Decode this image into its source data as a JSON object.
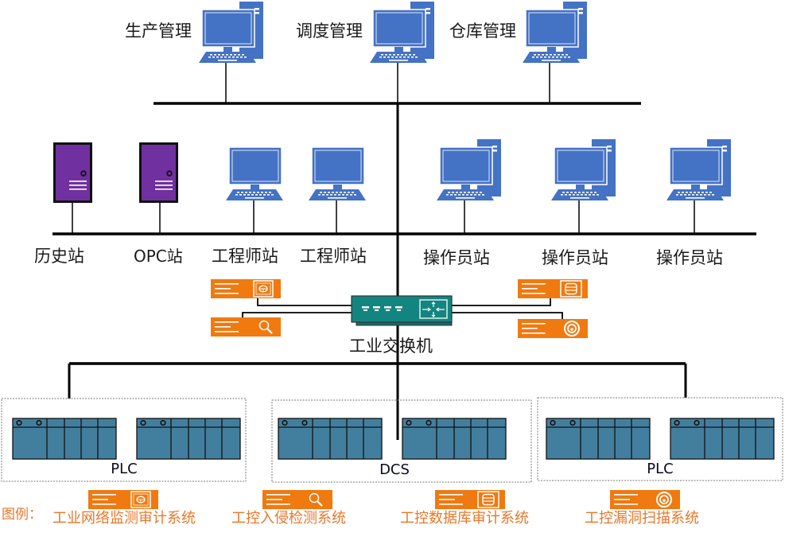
{
  "diagram": {
    "title": "工控网络安全防护拓扑",
    "top_level": {
      "nodes": [
        {
          "id": "prod",
          "label": "生产管理",
          "type": "desktop-tower"
        },
        {
          "id": "sched",
          "label": "调度管理",
          "type": "desktop-tower"
        },
        {
          "id": "ware",
          "label": "仓库管理",
          "type": "desktop-tower"
        }
      ]
    },
    "station_level": {
      "nodes": [
        {
          "id": "hist",
          "label": "历史站",
          "type": "server"
        },
        {
          "id": "opc",
          "label": "OPC站",
          "type": "server"
        },
        {
          "id": "eng1",
          "label": "工程师站",
          "type": "laptop"
        },
        {
          "id": "eng2",
          "label": "工程师站",
          "type": "laptop"
        },
        {
          "id": "op1",
          "label": "操作员站",
          "type": "desktop-tower"
        },
        {
          "id": "op2",
          "label": "操作员站",
          "type": "desktop-tower"
        },
        {
          "id": "op3",
          "label": "操作员站",
          "type": "desktop-tower"
        }
      ]
    },
    "switch": {
      "label": "工业交换机",
      "type": "industrial-switch"
    },
    "security_devices": [
      {
        "id": "audit",
        "icon": "network-audit-icon",
        "attached_to": "switch"
      },
      {
        "id": "ids",
        "icon": "intrusion-detection-icon",
        "attached_to": "switch"
      },
      {
        "id": "dbaudit",
        "icon": "database-audit-icon",
        "attached_to": "switch"
      },
      {
        "id": "vuln",
        "icon": "vulnerability-scan-icon",
        "attached_to": "switch"
      }
    ],
    "field_level": {
      "groups": [
        {
          "id": "plc1",
          "label": "PLC",
          "racks": 2
        },
        {
          "id": "dcs",
          "label": "DCS",
          "racks": 2
        },
        {
          "id": "plc2",
          "label": "PLC",
          "racks": 2
        }
      ]
    },
    "edges": [
      [
        "prod",
        "top-bus"
      ],
      [
        "sched",
        "top-bus"
      ],
      [
        "ware",
        "top-bus"
      ],
      [
        "top-bus",
        "station-bus"
      ],
      [
        "hist",
        "station-bus"
      ],
      [
        "opc",
        "station-bus"
      ],
      [
        "eng1",
        "station-bus"
      ],
      [
        "eng2",
        "station-bus"
      ],
      [
        "op1",
        "station-bus"
      ],
      [
        "op2",
        "station-bus"
      ],
      [
        "op3",
        "station-bus"
      ],
      [
        "station-bus",
        "switch"
      ],
      [
        "audit",
        "switch"
      ],
      [
        "ids",
        "switch"
      ],
      [
        "dbaudit",
        "switch"
      ],
      [
        "vuln",
        "switch"
      ],
      [
        "switch",
        "field-bus"
      ],
      [
        "field-bus",
        "plc1"
      ],
      [
        "field-bus",
        "dcs"
      ],
      [
        "field-bus",
        "plc2"
      ]
    ],
    "legend": {
      "title": "图例：",
      "items": [
        {
          "icon": "network-audit-icon",
          "label": "工业网络监测审计系统"
        },
        {
          "icon": "intrusion-detection-icon",
          "label": "工控入侵检测系统"
        },
        {
          "icon": "database-audit-icon",
          "label": "工控数据库审计系统"
        },
        {
          "icon": "vulnerability-scan-icon",
          "label": "工控漏洞扫描系统"
        }
      ]
    },
    "colors": {
      "computer": "#4472c4",
      "server": "#7030a0",
      "switch": "#138580",
      "security": "#f07a10",
      "plc": "#427f9e",
      "legend_text": "#e8772a"
    }
  }
}
